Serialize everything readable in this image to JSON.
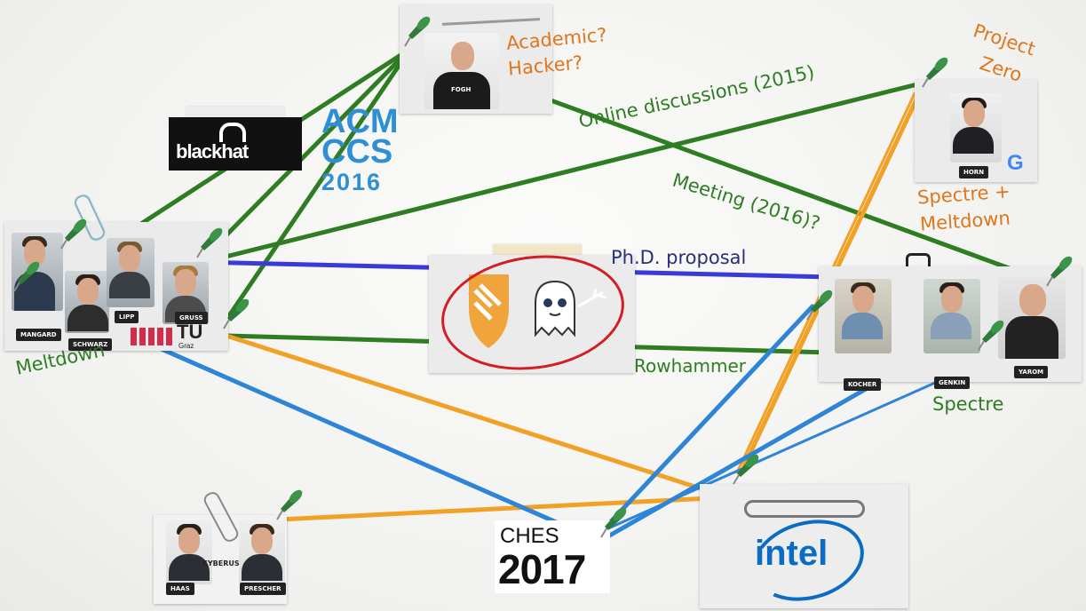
{
  "colors": {
    "green": "#2f7d22",
    "orange": "#f1a125",
    "blue": "#2e84d6",
    "purple": "#3a3ad6",
    "navy": "#2b2f7a",
    "annotation_orange": "#e0761c"
  },
  "logos": {
    "blackhat": "blackhat",
    "acm_ccs": [
      "ACM",
      "CCS",
      "2016"
    ],
    "tu_graz": [
      "TU",
      "Graz"
    ],
    "ches": [
      "CHES",
      "2017"
    ],
    "intel": "intel",
    "google": "G",
    "cyberus": "CYBERUS",
    "fogh_shirt": "FOGH"
  },
  "people": {
    "mangard": "MANGARD",
    "schwarz": "SCHWARZ",
    "lipp": "LIPP",
    "gruss": "GRUSS",
    "fogh": "FOGH",
    "horn": "HORN",
    "kocher": "KOCHER",
    "genkin": "GENKIN",
    "yarom": "YAROM",
    "haas": "HAAS",
    "prescher": "PRESCHER"
  },
  "annotations": {
    "academic": "Academic?",
    "hacker": "Hacker?",
    "project": "Project",
    "zero": "Zero",
    "online": "Online discussions (2015)",
    "meeting": "Meeting (2016)?",
    "spectre_meltdown_1": "Spectre +",
    "spectre_meltdown_2": "Meltdown",
    "phd": "Ph.D. proposal",
    "rowhammer": "Rowhammer",
    "meltdown": "Meltdown",
    "spectre": "Spectre"
  }
}
